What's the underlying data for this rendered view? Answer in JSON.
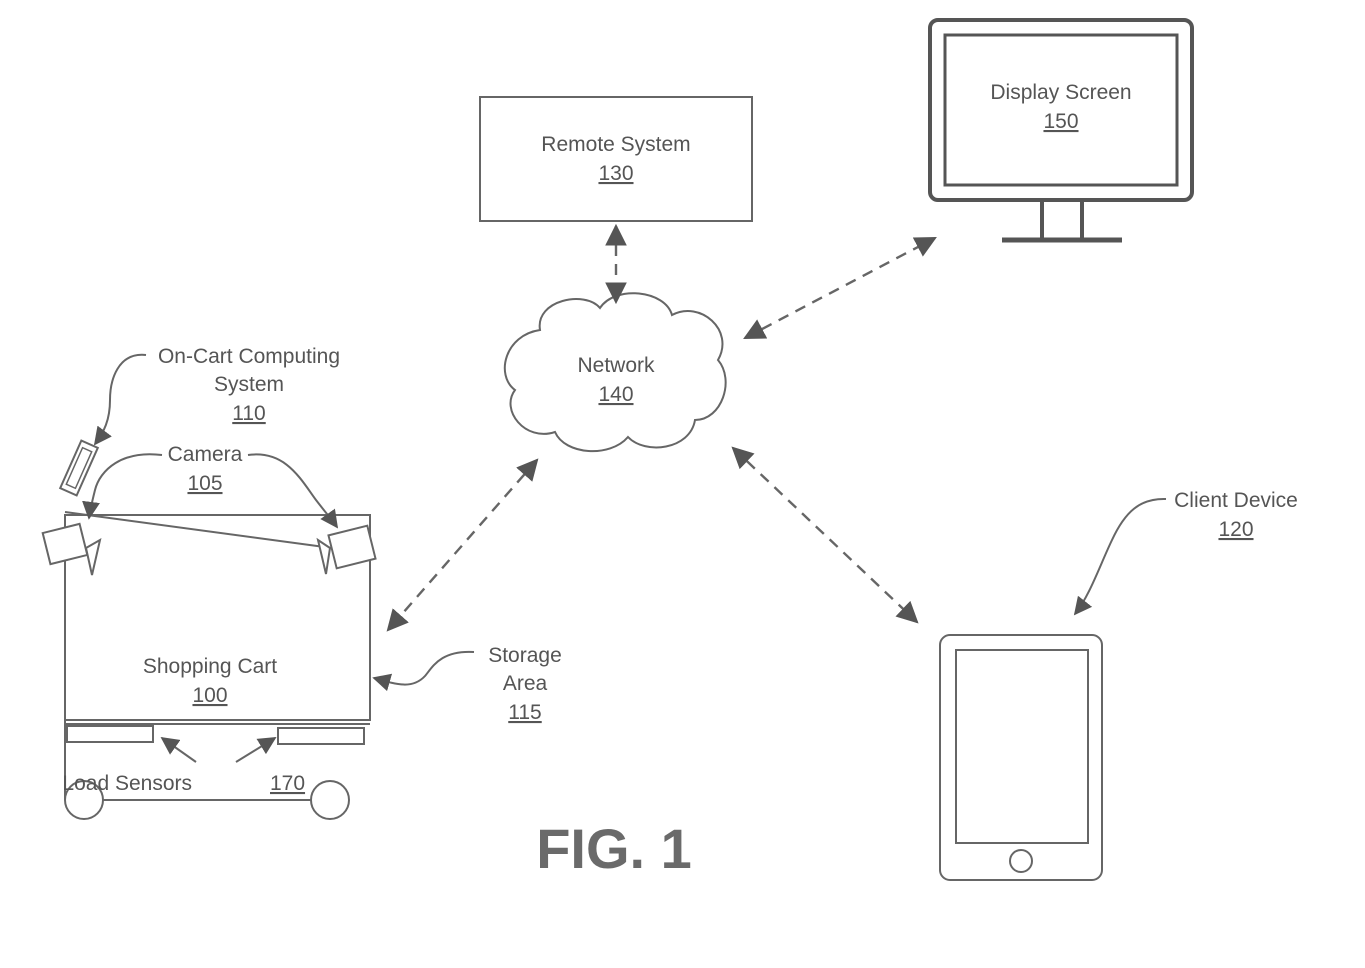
{
  "figure": {
    "title": "FIG. 1"
  },
  "nodes": {
    "remote_system": {
      "label": "Remote System",
      "ref": "130"
    },
    "display_screen": {
      "label": "Display Screen",
      "ref": "150"
    },
    "network": {
      "label": "Network",
      "ref": "140"
    },
    "on_cart_computing": {
      "label_line1": "On-Cart Computing",
      "label_line2": "System",
      "ref": "110"
    },
    "camera": {
      "label": "Camera",
      "ref": "105"
    },
    "shopping_cart": {
      "label": "Shopping Cart",
      "ref": "100"
    },
    "storage_area": {
      "label_line1": "Storage",
      "label_line2": "Area",
      "ref": "115"
    },
    "load_sensors": {
      "label": "Load Sensors",
      "ref": "170"
    },
    "client_device": {
      "label": "Client Device",
      "ref": "120"
    }
  },
  "edges": [
    {
      "from": "remote_system",
      "to": "network",
      "style": "dashed",
      "arrows": "both"
    },
    {
      "from": "network",
      "to": "display_screen",
      "style": "dashed",
      "arrows": "both"
    },
    {
      "from": "network",
      "to": "shopping_cart",
      "style": "dashed",
      "arrows": "both"
    },
    {
      "from": "network",
      "to": "client_device",
      "style": "dashed",
      "arrows": "both"
    }
  ]
}
